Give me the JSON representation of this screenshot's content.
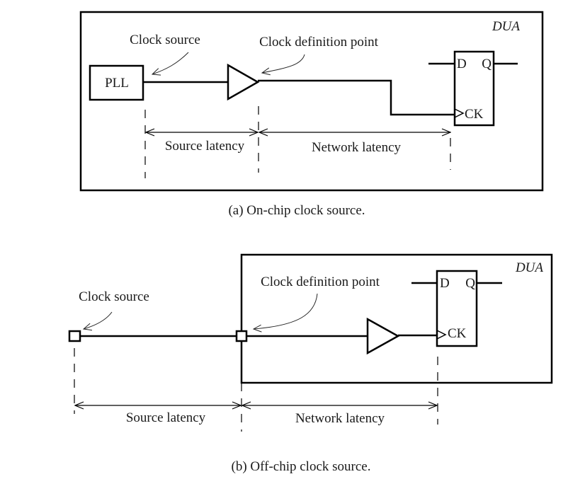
{
  "figure_a": {
    "region_label": "DUA",
    "pll_label": "PLL",
    "clock_source_label": "Clock source",
    "clock_definition_label": "Clock definition point",
    "ff": {
      "d": "D",
      "q": "Q",
      "ck": "CK"
    },
    "source_latency_label": "Source latency",
    "network_latency_label": "Network latency",
    "caption": "(a) On-chip clock source."
  },
  "figure_b": {
    "region_label": "DUA",
    "clock_source_label": "Clock source",
    "clock_definition_label": "Clock definition point",
    "ff": {
      "d": "D",
      "q": "Q",
      "ck": "CK"
    },
    "source_latency_label": "Source latency",
    "network_latency_label": "Network latency",
    "caption": "(b) Off-chip clock source."
  }
}
